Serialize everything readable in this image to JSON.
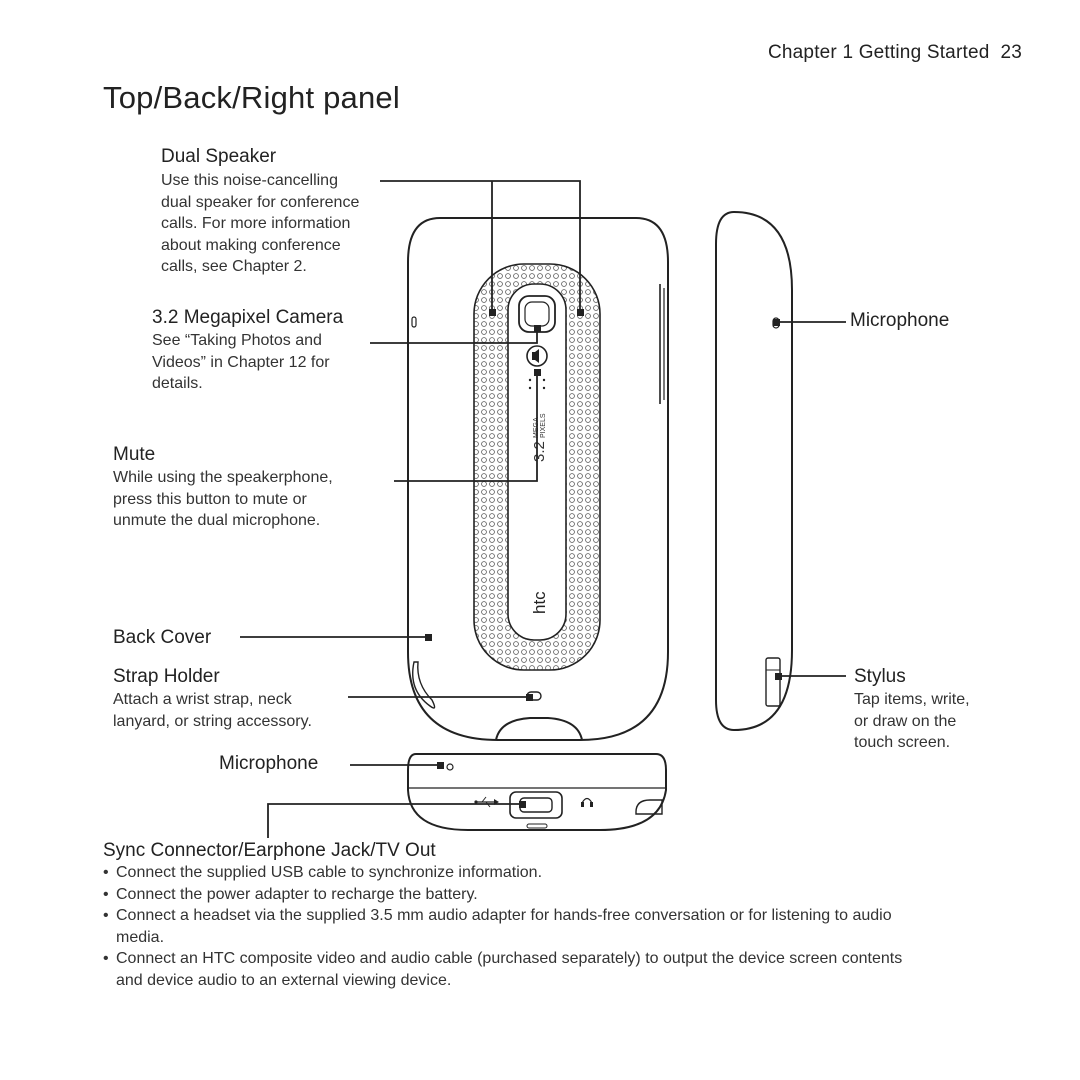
{
  "header": {
    "chapter": "Chapter 1 Getting Started",
    "page_number": "23"
  },
  "page_title": "Top/Back/Right panel",
  "callouts": {
    "dual_speaker": {
      "title": "Dual Speaker",
      "description": "Use this noise-cancelling\ndual speaker for conference\ncalls. For more information\nabout making conference\ncalls, see  Chapter 2."
    },
    "camera": {
      "title": "3.2 Megapixel Camera",
      "description": "See “Taking Photos and\nVideos” in Chapter 12 for\ndetails."
    },
    "mute": {
      "title": "Mute",
      "description": "While using the speakerphone,\npress this button to mute or\nunmute the dual microphone."
    },
    "back_cover": {
      "title": "Back Cover"
    },
    "strap_holder": {
      "title": "Strap Holder",
      "description": "Attach a wrist strap, neck\nlanyard, or string accessory."
    },
    "microphone_side": {
      "title": "Microphone"
    },
    "microphone_bottom": {
      "title": "Microphone"
    },
    "stylus": {
      "title": "Stylus",
      "description": "Tap items, write,\nor draw on the\ntouch screen."
    },
    "sync_connector": {
      "title": "Sync Connector/Earphone Jack/TV Out",
      "bullets": [
        "Connect the supplied USB cable to synchronize information.",
        "Connect the power adapter to recharge the battery.",
        "Connect a headset via the supplied 3.5 mm audio adapter for hands-free conversation or for listening to audio media.",
        "Connect an HTC composite video and audio cable (purchased separately) to output the device screen contents and device audio to an external viewing device."
      ]
    }
  },
  "device_markings": {
    "camera_text": "3.2",
    "camera_subtext_1": "MEGA",
    "camera_subtext_2": "PIXELS",
    "brand": "htc"
  },
  "icons": [
    "usb-icon",
    "headphone-icon",
    "camera-lens-icon",
    "mute-mic-icon"
  ]
}
